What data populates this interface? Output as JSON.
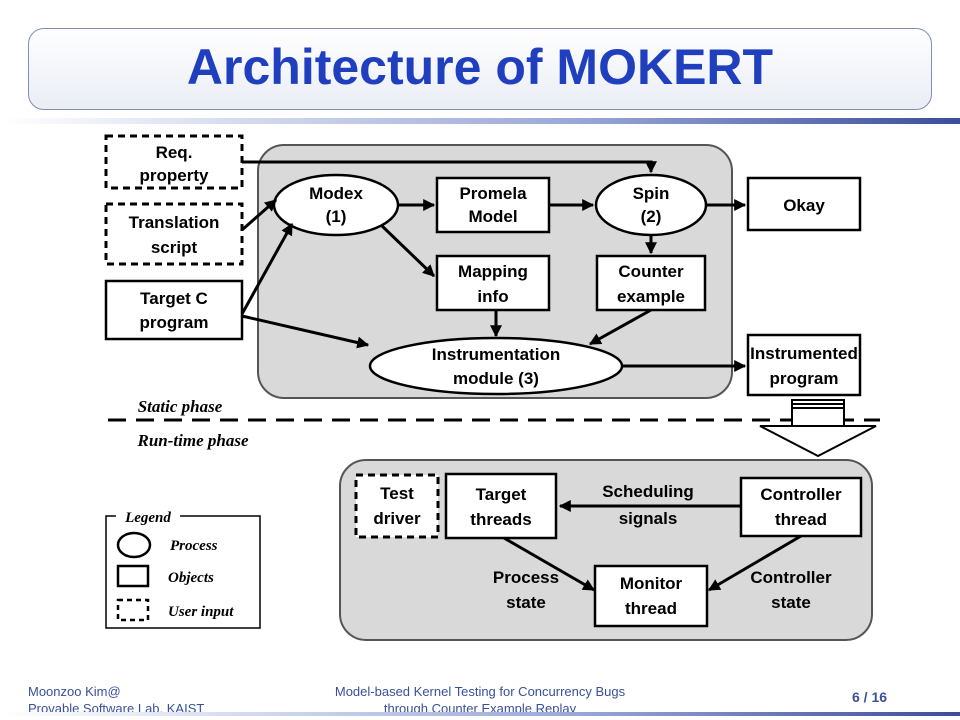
{
  "slide": {
    "title": "Architecture of MOKERT"
  },
  "diagram": {
    "inputs": {
      "req_property": [
        "Req.",
        "property"
      ],
      "translation_script": [
        "Translation",
        "script"
      ],
      "target_c_program": [
        "Target C",
        "program"
      ]
    },
    "static": {
      "modex": [
        "Modex",
        "(1)"
      ],
      "promela_model": [
        "Promela",
        "Model"
      ],
      "spin": [
        "Spin",
        "(2)"
      ],
      "okay": "Okay",
      "mapping_info": [
        "Mapping",
        "info"
      ],
      "counter_example": [
        "Counter",
        "example"
      ],
      "instrumentation_module": [
        "Instrumentation",
        "module (3)"
      ],
      "instrumented_program": [
        "Instrumented",
        "program"
      ]
    },
    "phases": {
      "static_phase": "Static phase",
      "runtime_phase": "Run-time phase"
    },
    "runtime": {
      "test_driver": [
        "Test",
        "driver"
      ],
      "target_threads": [
        "Target",
        "threads"
      ],
      "scheduling_signals": [
        "Scheduling",
        "signals"
      ],
      "controller_thread": [
        "Controller",
        "thread"
      ],
      "process_state": [
        "Process",
        "state"
      ],
      "monitor_thread": [
        "Monitor",
        "thread"
      ],
      "controller_state": [
        "Controller",
        "state"
      ]
    },
    "legend": {
      "title": "Legend",
      "process": "Process",
      "objects": "Objects",
      "user_input": "User input"
    }
  },
  "footer": {
    "author": "Moonzoo Kim@",
    "lab": "Provable Software Lab, KAIST",
    "talk_line1": "Model-based Kernel Testing for Concurrency Bugs",
    "talk_line2": "through Counter Example Replay",
    "page": "6 / 16"
  },
  "colors": {
    "title": "#1f3fbf",
    "region_fill": "#d9d9d9",
    "footer_text": "#3a4f99"
  }
}
